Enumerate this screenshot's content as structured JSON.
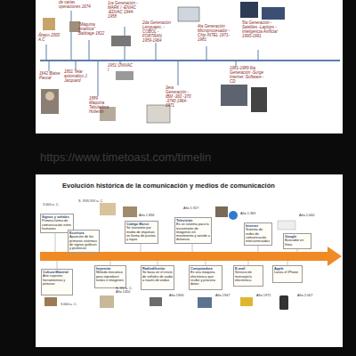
{
  "diagram": {
    "title": "Evolución histórica de la comunicación y medios de comunicación",
    "nodes": [
      {
        "text": [
          "Signos y señales",
          "Primera forma de comunicación entre humanos"
        ]
      },
      {
        "text": [
          "Escritura",
          "Aparición de los primeros sistemas de signos gráficos y pictóricos"
        ]
      },
      {
        "text": [
          "Código Morse",
          "Se transmite por medio de impulsos en forma de puntos y rayas"
        ]
      },
      {
        "text": [
          "Televisión",
          "Es un sistema para la transmisión de imágenes en movimiento y sonido a distancia"
        ]
      },
      {
        "text": [
          "Internet",
          "Sistema de redes de comunicación interconectadas"
        ]
      },
      {
        "text": [
          "Google",
          "Buscador en línea"
        ]
      },
      {
        "text": [
          "Cultura Material",
          "Arte rupestre, herramientas y pinturas"
        ]
      },
      {
        "text": [
          "Imprenta",
          "Método mecánico para reproducir textos e imágenes"
        ]
      },
      {
        "text": [
          "Radiodifusión",
          "Se basa en el envío de señales de audio a través de ondas"
        ]
      },
      {
        "text": [
          "Computadora",
          "Es una máquina electrónica que recibe y procesa datos"
        ]
      },
      {
        "text": [
          "E-mail",
          "Servicio de mensajería electrónica"
        ]
      },
      {
        "text": [
          "Apple",
          "Lanza el iPhone"
        ]
      }
    ],
    "labels": [
      "de varias operaciones 1674",
      "Ábaco 2000 A.C",
      "\"Máquina Analítica\" Babbage 1822",
      "1ra Generación -MARK I -ENIAC -EDVAC 1944-1958",
      "2da Generación Lenguajes: -COBOL -FORTRAN 1959-1964",
      "4ta Generación Microprocesador -Chip INTEL 1971-1981",
      "5ta Generación -Satélites -Laptops -Inteligencia Artificial 1990-1991",
      "1642 Blaise Pascal",
      "1801 Telar automático J. Jacquard",
      "1951 UNIVAC I",
      "1889 Máquina Tabuladora Hollerith",
      "3era Generación -IBM -360 -370 -3740 1964-1971",
      "1981-1989 6ta Generación -Surge Internet -Software -CD",
      "https://www.timetoast.com/timelin",
      "3.000 a. C.",
      "S. XVII-XVI a. C.",
      "Año 1.836",
      "Año 1.927",
      "Año 1.969",
      "Año 2.000",
      "3.000 a. C.",
      "S. XV a. C. Año 1450",
      "Año 1906",
      "Año 1947",
      "Año 1971",
      "Año 2.007"
    ]
  }
}
